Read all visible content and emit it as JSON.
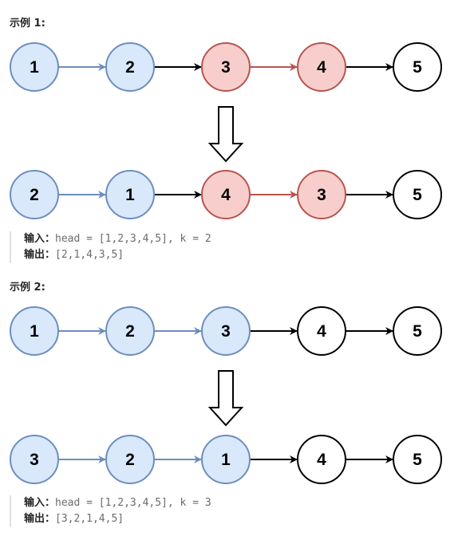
{
  "examples": [
    {
      "heading": "示例 1:",
      "rows": [
        {
          "nodes": [
            {
              "label": "1",
              "color": "blue"
            },
            {
              "label": "2",
              "color": "blue"
            },
            {
              "label": "3",
              "color": "red"
            },
            {
              "label": "4",
              "color": "red"
            },
            {
              "label": "5",
              "color": "white"
            }
          ],
          "edges": [
            "blue",
            "black",
            "red",
            "black"
          ]
        },
        {
          "nodes": [
            {
              "label": "2",
              "color": "blue"
            },
            {
              "label": "1",
              "color": "blue"
            },
            {
              "label": "4",
              "color": "red"
            },
            {
              "label": "3",
              "color": "red"
            },
            {
              "label": "5",
              "color": "white"
            }
          ],
          "edges": [
            "blue",
            "black",
            "red",
            "black"
          ]
        }
      ],
      "input_label": "输入：",
      "input_value": "head = [1,2,3,4,5], k = 2",
      "output_label": "输出：",
      "output_value": "[2,1,4,3,5]"
    },
    {
      "heading": "示例 2:",
      "rows": [
        {
          "nodes": [
            {
              "label": "1",
              "color": "blue"
            },
            {
              "label": "2",
              "color": "blue"
            },
            {
              "label": "3",
              "color": "blue"
            },
            {
              "label": "4",
              "color": "white"
            },
            {
              "label": "5",
              "color": "white"
            }
          ],
          "edges": [
            "blue",
            "blue",
            "black",
            "black"
          ]
        },
        {
          "nodes": [
            {
              "label": "3",
              "color": "blue"
            },
            {
              "label": "2",
              "color": "blue"
            },
            {
              "label": "1",
              "color": "blue"
            },
            {
              "label": "4",
              "color": "white"
            },
            {
              "label": "5",
              "color": "white"
            }
          ],
          "edges": [
            "blue",
            "blue",
            "black",
            "black"
          ]
        }
      ],
      "input_label": "输入：",
      "input_value": "head = [1,2,3,4,5], k = 3",
      "output_label": "输出：",
      "output_value": "[3,2,1,4,5]"
    }
  ],
  "palette": {
    "blue": {
      "fill": "#dae8fc",
      "stroke": "#6c8ebf"
    },
    "red": {
      "fill": "#f8cecc",
      "stroke": "#b85450"
    },
    "white": {
      "fill": "#ffffff",
      "stroke": "#000000"
    },
    "black": {
      "fill": "#ffffff",
      "stroke": "#000000"
    }
  }
}
